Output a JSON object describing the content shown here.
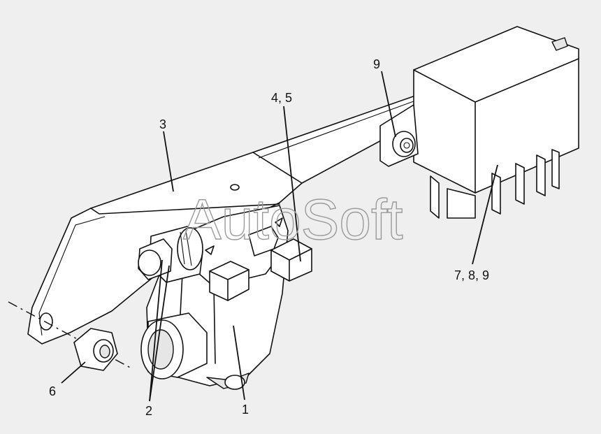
{
  "watermark": "AutoSoft",
  "callouts": {
    "c1": "1",
    "c2": "2",
    "c3": "3",
    "c45": "4, 5",
    "c6": "6",
    "c789": "7, 8, 9",
    "c9": "9"
  }
}
